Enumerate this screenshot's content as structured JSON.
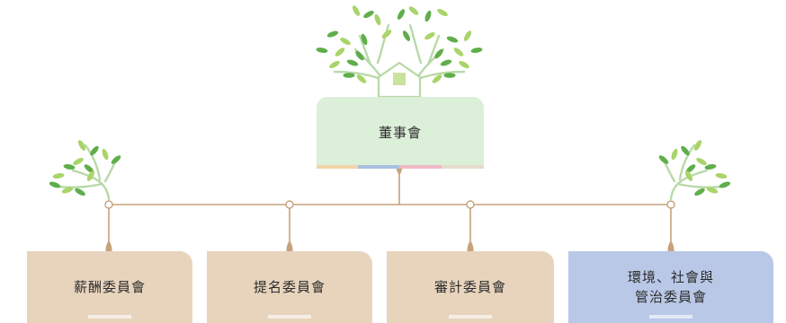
{
  "board": {
    "label": "董事會"
  },
  "committees": [
    {
      "label": "薪酬委員會"
    },
    {
      "label": "提名委員會"
    },
    {
      "label": "審計委員會"
    },
    {
      "label": "環境、社會與\n管治委員會"
    }
  ],
  "colors": {
    "board_fill": "#dcefd8",
    "committee_fill": "#e8d4bd",
    "esg_fill": "#b9c8e6",
    "connector": "#c6a27c",
    "leaf_light": "#a9d46a",
    "leaf_dark": "#5fae4b",
    "branch": "#b8d9a8",
    "strip": [
      "#f1d5a8",
      "#a9bfe0",
      "#f0b8c4",
      "#e6dccd"
    ]
  }
}
